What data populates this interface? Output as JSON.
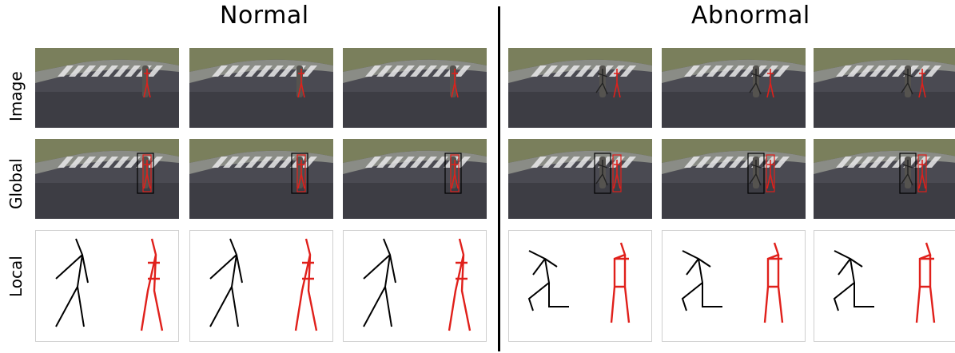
{
  "figure": {
    "left_title": "Normal",
    "right_title": "Abnormal",
    "row_labels": [
      "Image",
      "Global",
      "Local"
    ]
  },
  "colors": {
    "observed_pose": "#000000",
    "predicted_pose": "#e0201b",
    "road": "#4a4a52",
    "crosswalk": "#e9e9ea",
    "foliage": "#7a7f5c"
  },
  "groups": [
    {
      "name": "normal",
      "frames": 3
    },
    {
      "name": "abnormal",
      "frames": 3
    }
  ]
}
